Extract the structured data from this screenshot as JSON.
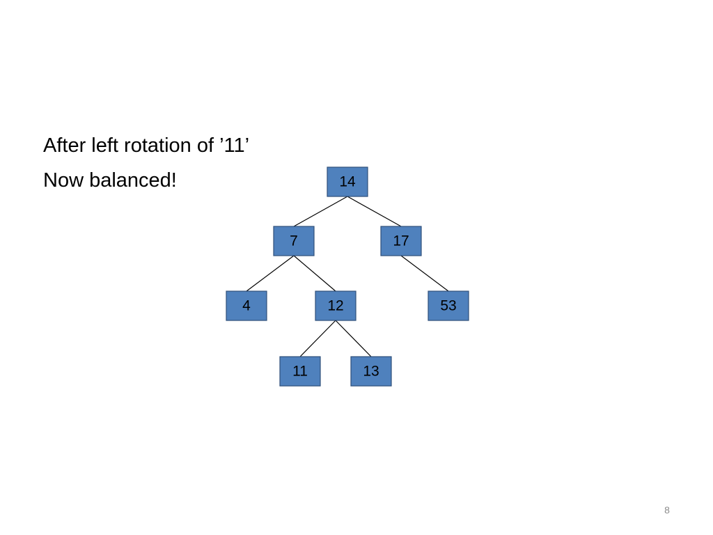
{
  "slide": {
    "lines": [
      "After left rotation of ’11’",
      "Now balanced!"
    ],
    "page_number": "8"
  },
  "tree": {
    "nodes": [
      {
        "id": "n14",
        "label": "14"
      },
      {
        "id": "n7",
        "label": "7"
      },
      {
        "id": "n17",
        "label": "17"
      },
      {
        "id": "n4",
        "label": "4"
      },
      {
        "id": "n12",
        "label": "12"
      },
      {
        "id": "n53",
        "label": "53"
      },
      {
        "id": "n11",
        "label": "11"
      },
      {
        "id": "n13",
        "label": "13"
      }
    ],
    "edges": [
      {
        "from": "n14",
        "to": "n7"
      },
      {
        "from": "n14",
        "to": "n17"
      },
      {
        "from": "n7",
        "to": "n4"
      },
      {
        "from": "n7",
        "to": "n12"
      },
      {
        "from": "n17",
        "to": "n53"
      },
      {
        "from": "n12",
        "to": "n11"
      },
      {
        "from": "n12",
        "to": "n13"
      }
    ],
    "node_fill": "#4f81bd",
    "node_border": "#2f4f7a"
  }
}
